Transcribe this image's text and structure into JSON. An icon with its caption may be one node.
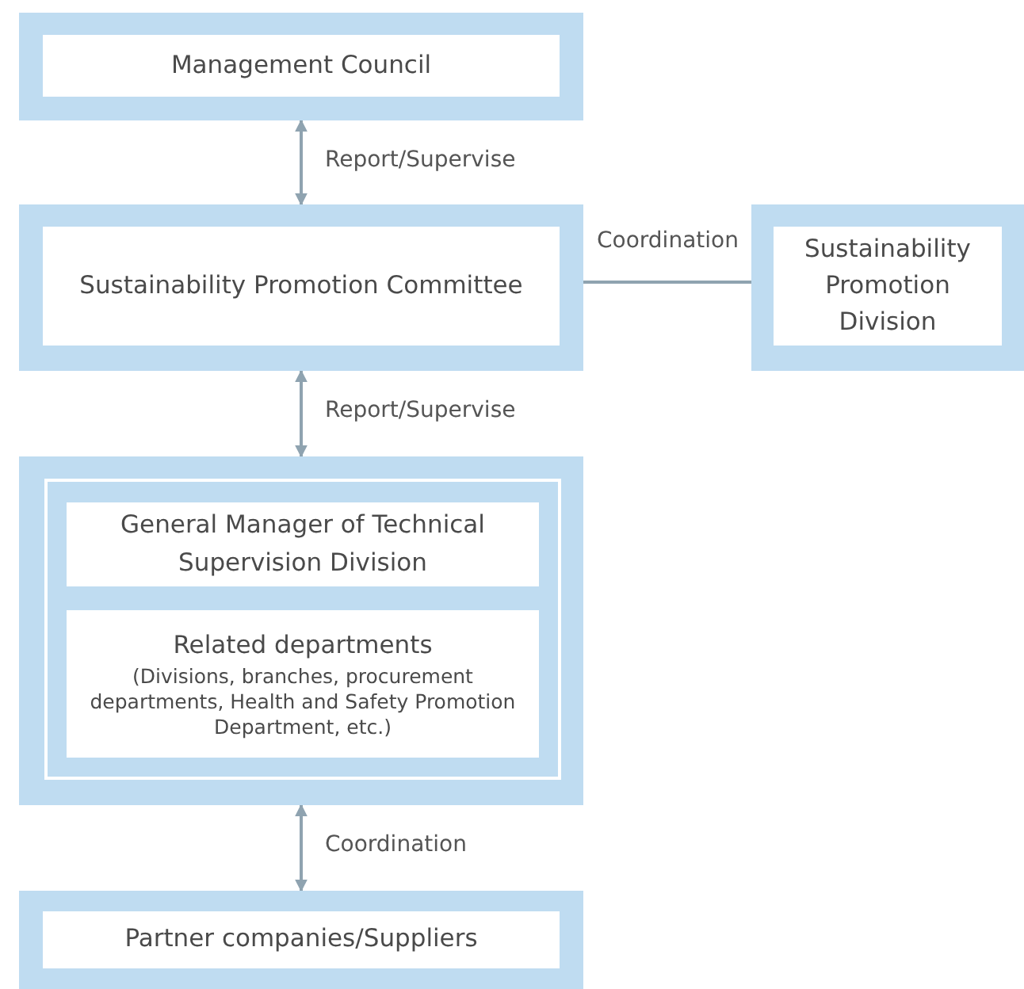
{
  "diagram": {
    "nodes": [
      {
        "text": [
          "Management Council"
        ]
      },
      {
        "text": [
          "Sustainability Promotion Committee"
        ]
      },
      {
        "text": [
          "Sustainability Promotion Division"
        ]
      },
      {
        "text": [],
        "shape": "box"
      },
      {
        "text": [
          "General Manager of Technical Supervision Division"
        ],
        "in": 3
      },
      {
        "text": [
          "Related departments",
          "(Divisions, branches, procurement departments, Health and Safety Promotion Department, etc.)"
        ],
        "in": 3
      },
      {
        "text": [
          "Partner companies/Suppliers"
        ]
      }
    ],
    "edges": [
      {
        "from": 0,
        "to": 1,
        "arrow": "both",
        "label": "Report/Supervise"
      },
      {
        "from": 1,
        "to": 2,
        "arrow": "none",
        "label": "Coordination"
      },
      {
        "from": 1,
        "to": 3,
        "arrow": "both",
        "label": "Report/Supervise"
      },
      {
        "from": 3,
        "to": 6,
        "arrow": "both",
        "label": "Coordination"
      }
    ]
  }
}
